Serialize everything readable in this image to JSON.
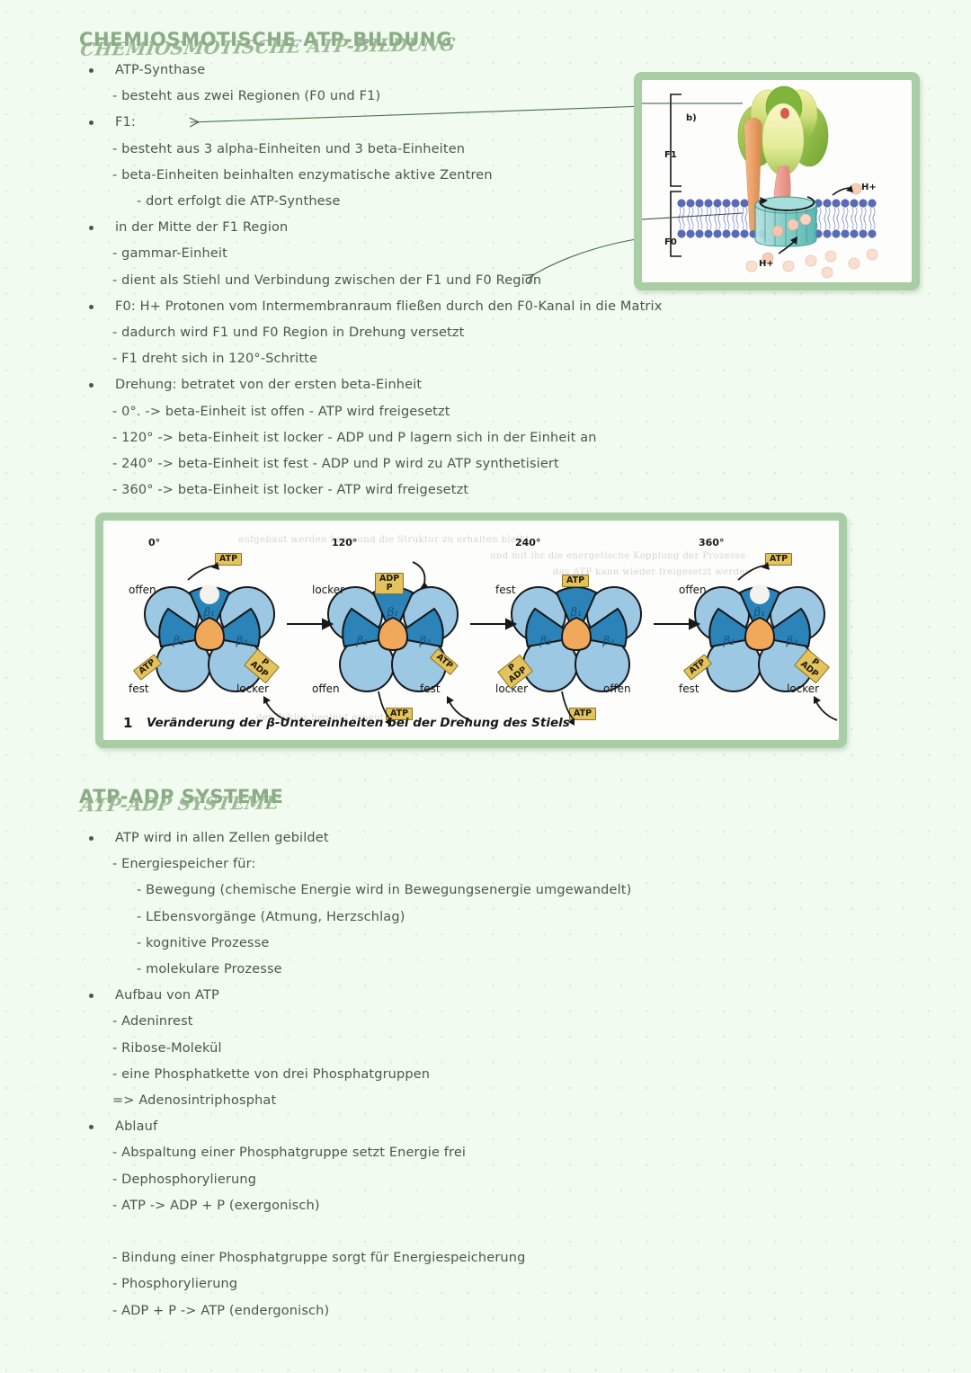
{
  "page": {
    "background_color": "#f1fbef",
    "text_color": "#4b574e",
    "heading_color": "#8aab85",
    "frame_color": "#a9cda4"
  },
  "sections": [
    {
      "heading": "CHEMIOSMOTISCHE ATP-BILDUNG",
      "lines": [
        {
          "text": "ATP-Synthase",
          "bullet": true,
          "indent": 0
        },
        {
          "text": "- besteht aus zwei Regionen (F0 und F1)",
          "bullet": false,
          "indent": 1
        },
        {
          "text": "F1:",
          "bullet": true,
          "indent": 0
        },
        {
          "text": "- besteht aus 3 alpha-Einheiten und 3 beta-Einheiten",
          "bullet": false,
          "indent": 1
        },
        {
          "text": "- beta-Einheiten beinhalten enzymatische aktive Zentren",
          "bullet": false,
          "indent": 1
        },
        {
          "text": "- dort erfolgt die ATP-Synthese",
          "bullet": false,
          "indent": 2
        },
        {
          "text": "in der Mitte der F1 Region",
          "bullet": true,
          "indent": 0
        },
        {
          "text": "- gammar-Einheit",
          "bullet": false,
          "indent": 1
        },
        {
          "text": "- dient als Stiehl und Verbindung zwischen der F1 und F0 Region",
          "bullet": false,
          "indent": 1
        },
        {
          "text": "F0: H+ Protonen vom Intermembranraum fließen durch den F0-Kanal in die Matrix",
          "bullet": true,
          "indent": 0
        },
        {
          "text": "- dadurch wird F1 und F0 Region in Drehung versetzt",
          "bullet": false,
          "indent": 1
        },
        {
          "text": "- F1 dreht sich in 120°-Schritte",
          "bullet": false,
          "indent": 1
        },
        {
          "text": "Drehung: betratet von der ersten beta-Einheit",
          "bullet": true,
          "indent": 0
        },
        {
          "text": "- 0°.   -> beta-Einheit ist offen - ATP wird freigesetzt",
          "bullet": false,
          "indent": 1
        },
        {
          "text": "- 120° -> beta-Einheit ist locker - ADP und P lagern sich in der Einheit an",
          "bullet": false,
          "indent": 1
        },
        {
          "text": "- 240° -> beta-Einheit ist fest - ADP und P wird zu ATP synthetisiert",
          "bullet": false,
          "indent": 1
        },
        {
          "text": "- 360° -> beta-Einheit ist locker - ATP wird freigesetzt",
          "bullet": false,
          "indent": 1
        }
      ]
    },
    {
      "heading": "ATP-ADP SYSTEME",
      "lines": [
        {
          "text": "ATP wird in allen Zellen gebildet",
          "bullet": true,
          "indent": 0
        },
        {
          "text": "- Energiespeicher für:",
          "bullet": false,
          "indent": 1
        },
        {
          "text": "- Bewegung (chemische Energie wird in Bewegungsenergie umgewandelt)",
          "bullet": false,
          "indent": 2
        },
        {
          "text": "- LEbensvorgänge (Atmung, Herzschlag)",
          "bullet": false,
          "indent": 2
        },
        {
          "text": "- kognitive Prozesse",
          "bullet": false,
          "indent": 2
        },
        {
          "text": "- molekulare Prozesse",
          "bullet": false,
          "indent": 2
        },
        {
          "text": "Aufbau von ATP",
          "bullet": true,
          "indent": 0
        },
        {
          "text": "- Adeninrest",
          "bullet": false,
          "indent": 1
        },
        {
          "text": "- Ribose-Molekül",
          "bullet": false,
          "indent": 1
        },
        {
          "text": "- eine Phosphatkette von drei Phosphatgruppen",
          "bullet": false,
          "indent": 1
        },
        {
          "text": "=> Adenosintriphosphat",
          "bullet": false,
          "indent": 1
        },
        {
          "text": "Ablauf",
          "bullet": true,
          "indent": 0
        },
        {
          "text": "- Abspaltung einer Phosphatgruppe setzt Energie frei",
          "bullet": false,
          "indent": 1
        },
        {
          "text": "- Dephosphorylierung",
          "bullet": false,
          "indent": 1
        },
        {
          "text": "- ATP -> ADP + P (exergonisch)",
          "bullet": false,
          "indent": 1
        },
        {
          "text": "",
          "bullet": false,
          "indent": 1
        },
        {
          "text": "- Bindung einer Phosphatgruppe sorgt für Energiespeicherung",
          "bullet": false,
          "indent": 1
        },
        {
          "text": "- Phosphorylierung",
          "bullet": false,
          "indent": 1
        },
        {
          "text": "- ADP + P -> ATP (endergonisch)",
          "bullet": false,
          "indent": 1
        }
      ]
    }
  ],
  "figure_synthase": {
    "panel_label": "b)",
    "region_f1": "F1",
    "region_f0": "F0",
    "proton_top": "H+",
    "proton_bottom": "H+"
  },
  "figure_rotation": {
    "caption_number": "1",
    "caption": "Veränderung der β-Untereinheiten bei der Drehung des Stiels",
    "steps": [
      {
        "degree": "0°",
        "top_state": "offen",
        "left_state": "fest",
        "right_state": "locker",
        "beta1": "β₁",
        "beta2": "β₂",
        "beta3": "β₃",
        "top_tag": "ATP",
        "top_tag_dir": "out",
        "left_tag": "ATP",
        "right_tag": "P\nADP",
        "bottom_tag": "",
        "bottom_tag_dir": ""
      },
      {
        "degree": "120°",
        "top_state": "locker",
        "left_state": "offen",
        "right_state": "fest",
        "beta1": "β₁",
        "beta2": "β₂",
        "beta3": "β₃",
        "top_tag": "ADP\nP",
        "top_tag_dir": "in",
        "left_tag": "",
        "right_tag": "ATP",
        "bottom_tag": "ATP",
        "bottom_tag_dir": "out"
      },
      {
        "degree": "240°",
        "top_state": "fest",
        "left_state": "locker",
        "right_state": "offen",
        "beta1": "β₁",
        "beta2": "β₂",
        "beta3": "β₃",
        "top_tag": "ATP",
        "top_tag_dir": "none",
        "left_tag": "P\nADP",
        "right_tag": "",
        "bottom_tag": "ATP",
        "bottom_tag_dir": "out"
      },
      {
        "degree": "360°",
        "top_state": "offen",
        "left_state": "fest",
        "right_state": "locker",
        "beta1": "β₁",
        "beta2": "β₂",
        "beta3": "β₃",
        "top_tag": "ATP",
        "top_tag_dir": "out",
        "left_tag": "ATP",
        "right_tag": "P\nADP",
        "bottom_tag": "",
        "bottom_tag_dir": ""
      }
    ]
  }
}
